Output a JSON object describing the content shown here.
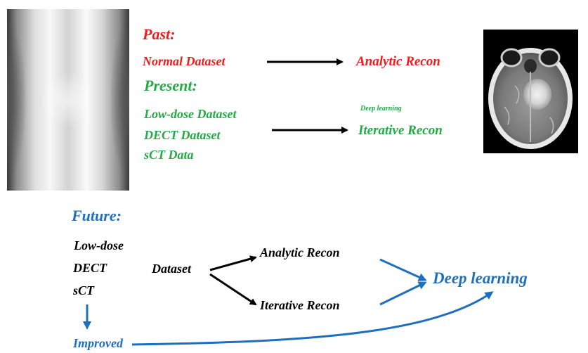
{
  "past": {
    "heading": "Past:",
    "dataset": "Normal Dataset",
    "recon": "Analytic Recon"
  },
  "present": {
    "heading": "Present:",
    "datasets": [
      "Low-dose Dataset",
      "DECT Dataset",
      "sCT Data"
    ],
    "method_note": "Deep learning",
    "recon": "Iterative Recon"
  },
  "future": {
    "heading": "Future:",
    "inputs": [
      "Low-dose",
      "DECT",
      "sCT"
    ],
    "dataset": "Dataset",
    "recon_a": "Analytic Recon",
    "recon_b": "Iterative Recon",
    "target": "Deep learning",
    "improved": "Improved"
  },
  "colors": {
    "past": "#ee1c1c",
    "present": "#22aa44",
    "future": "#1f6fbf",
    "black": "#000000"
  }
}
